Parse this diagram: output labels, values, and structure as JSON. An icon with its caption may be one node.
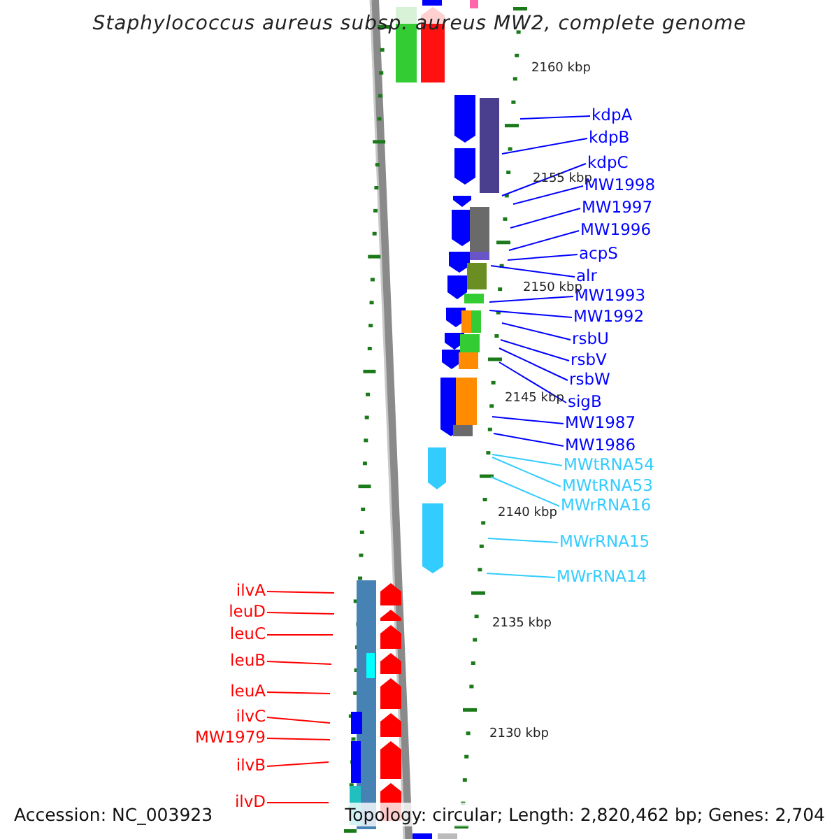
{
  "diagram": {
    "title": "Staphylococcus aureus subsp. aureus MW2, complete genome",
    "nodes": [
      {
        "text": [
          "kdpA"
        ]
      },
      {
        "text": [
          "kdpB"
        ]
      },
      {
        "text": [
          "kdpC"
        ]
      },
      {
        "text": [
          "MW1998"
        ]
      },
      {
        "text": [
          "MW1997"
        ]
      },
      {
        "text": [
          "MW1996"
        ]
      },
      {
        "text": [
          "acpS"
        ]
      },
      {
        "text": [
          "alr"
        ]
      },
      {
        "text": [
          "MW1993"
        ]
      },
      {
        "text": [
          "MW1992"
        ]
      },
      {
        "text": [
          "rsbU"
        ]
      },
      {
        "text": [
          "rsbV"
        ]
      },
      {
        "text": [
          "rsbW"
        ]
      },
      {
        "text": [
          "sigB"
        ]
      },
      {
        "text": [
          "MW1987"
        ]
      },
      {
        "text": [
          "MW1986"
        ]
      },
      {
        "text": [
          "MWtRNA54"
        ]
      },
      {
        "text": [
          "MWtRNA53"
        ]
      },
      {
        "text": [
          "MWrRNA16"
        ]
      },
      {
        "text": [
          "MWrRNA15"
        ]
      },
      {
        "text": [
          "MWrRNA14"
        ]
      },
      {
        "text": [
          "ilvA"
        ]
      },
      {
        "text": [
          "leuD"
        ]
      },
      {
        "text": [
          "leuC"
        ]
      },
      {
        "text": [
          "leuB"
        ]
      },
      {
        "text": [
          "leuA"
        ]
      },
      {
        "text": [
          "ilvC"
        ]
      },
      {
        "text": [
          "MW1979"
        ]
      },
      {
        "text": [
          "ilvB"
        ]
      },
      {
        "text": [
          "ilvD"
        ]
      }
    ],
    "edges": [
      {
        "from": 0,
        "to": null,
        "arrow": "none"
      },
      {
        "from": 1,
        "to": null,
        "arrow": "none"
      },
      {
        "from": 2,
        "to": null,
        "arrow": "none"
      },
      {
        "from": 3,
        "to": null,
        "arrow": "none"
      },
      {
        "from": 4,
        "to": null,
        "arrow": "none"
      },
      {
        "from": 5,
        "to": null,
        "arrow": "none"
      },
      {
        "from": 6,
        "to": null,
        "arrow": "none"
      },
      {
        "from": 7,
        "to": null,
        "arrow": "none"
      },
      {
        "from": 8,
        "to": null,
        "arrow": "none"
      },
      {
        "from": 9,
        "to": null,
        "arrow": "none"
      },
      {
        "from": 10,
        "to": null,
        "arrow": "none"
      },
      {
        "from": 11,
        "to": null,
        "arrow": "none"
      },
      {
        "from": 12,
        "to": null,
        "arrow": "none"
      },
      {
        "from": 13,
        "to": null,
        "arrow": "none"
      },
      {
        "from": 14,
        "to": null,
        "arrow": "none"
      },
      {
        "from": 15,
        "to": null,
        "arrow": "none"
      },
      {
        "from": 16,
        "to": null,
        "arrow": "none",
        "color": "#33ccff"
      },
      {
        "from": 17,
        "to": null,
        "arrow": "none",
        "color": "#33ccff"
      },
      {
        "from": 18,
        "to": null,
        "arrow": "none",
        "color": "#33ccff"
      },
      {
        "from": 19,
        "to": null,
        "arrow": "none",
        "color": "#33ccff"
      },
      {
        "from": 20,
        "to": null,
        "arrow": "none",
        "color": "#33ccff"
      },
      {
        "from": 21,
        "to": null,
        "arrow": "none",
        "color": "#ff0000"
      },
      {
        "from": 22,
        "to": null,
        "arrow": "none",
        "color": "#ff0000"
      },
      {
        "from": 23,
        "to": null,
        "arrow": "none",
        "color": "#ff0000"
      },
      {
        "from": 24,
        "to": null,
        "arrow": "none",
        "color": "#ff0000"
      },
      {
        "from": 25,
        "to": null,
        "arrow": "none",
        "color": "#ff0000"
      },
      {
        "from": 26,
        "to": null,
        "arrow": "none",
        "color": "#ff0000"
      },
      {
        "from": 27,
        "to": null,
        "arrow": "none",
        "color": "#ff0000"
      },
      {
        "from": 28,
        "to": null,
        "arrow": "none",
        "color": "#ff0000"
      },
      {
        "from": 29,
        "to": null,
        "arrow": "none",
        "color": "#ff0000"
      }
    ],
    "labels": [
      "2160 kbp",
      "2155 kbp",
      "2150 kbp",
      "2145 kbp",
      "2140 kbp",
      "2135 kbp",
      "2130 kbp",
      "Accession: NC_003923",
      "Topology: circular; Length: 2,820,462 bp; Genes: 2,704"
    ]
  }
}
